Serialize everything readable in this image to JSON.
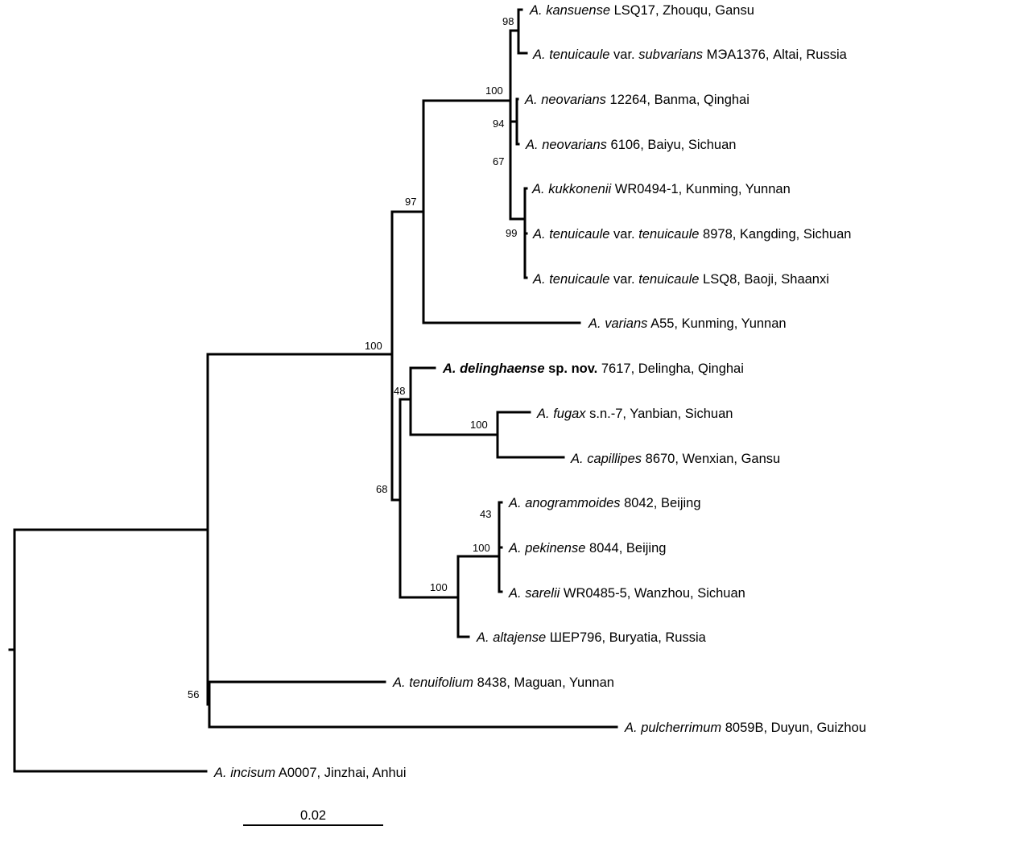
{
  "tree": {
    "scale_bar": {
      "label": "0.02"
    },
    "taxa": [
      {
        "id": "t1",
        "genus": "A.",
        "epithet": "kansuense",
        "var_word": "",
        "var_name": "",
        "bold": false,
        "rest": "LSQ17, Zhouqu, Gansu"
      },
      {
        "id": "t2",
        "genus": "A.",
        "epithet": "tenuicaule",
        "var_word": "var.",
        "var_name": "subvarians",
        "bold": false,
        "rest": "МЭА1376, Altai, Russia"
      },
      {
        "id": "t3",
        "genus": "A.",
        "epithet": "neovarians",
        "var_word": "",
        "var_name": "",
        "bold": false,
        "rest": "12264, Banma, Qinghai"
      },
      {
        "id": "t4",
        "genus": "A.",
        "epithet": "neovarians",
        "var_word": "",
        "var_name": "",
        "bold": false,
        "rest": "6106, Baiyu, Sichuan"
      },
      {
        "id": "t5",
        "genus": "A.",
        "epithet": "kukkonenii",
        "var_word": "",
        "var_name": "",
        "bold": false,
        "rest": "WR0494-1, Kunming, Yunnan"
      },
      {
        "id": "t6",
        "genus": "A.",
        "epithet": "tenuicaule",
        "var_word": "var.",
        "var_name": "tenuicaule",
        "bold": false,
        "rest": "8978, Kangding, Sichuan"
      },
      {
        "id": "t7",
        "genus": "A.",
        "epithet": "tenuicaule",
        "var_word": "var.",
        "var_name": "tenuicaule",
        "bold": false,
        "rest": "LSQ8, Baoji, Shaanxi"
      },
      {
        "id": "t8",
        "genus": "A.",
        "epithet": "varians",
        "var_word": "",
        "var_name": "",
        "bold": false,
        "rest": "A55, Kunming, Yunnan"
      },
      {
        "id": "t9",
        "genus": "A.",
        "epithet": "delinghaense",
        "var_word": "",
        "var_name": "",
        "bold": true,
        "note": "sp. nov.",
        "rest": "7617, Delingha, Qinghai"
      },
      {
        "id": "t10",
        "genus": "A.",
        "epithet": "fugax",
        "var_word": "",
        "var_name": "",
        "bold": false,
        "rest": "s.n.-7, Yanbian, Sichuan"
      },
      {
        "id": "t11",
        "genus": "A.",
        "epithet": "capillipes",
        "var_word": "",
        "var_name": "",
        "bold": false,
        "rest": "8670, Wenxian, Gansu"
      },
      {
        "id": "t12",
        "genus": "A.",
        "epithet": "anogrammoides",
        "var_word": "",
        "var_name": "",
        "bold": false,
        "rest": "8042, Beijing"
      },
      {
        "id": "t13",
        "genus": "A.",
        "epithet": "pekinense",
        "var_word": "",
        "var_name": "",
        "bold": false,
        "rest": "8044, Beijing"
      },
      {
        "id": "t14",
        "genus": "A.",
        "epithet": "sarelii",
        "var_word": "",
        "var_name": "",
        "bold": false,
        "rest": "WR0485-5, Wanzhou, Sichuan"
      },
      {
        "id": "t15",
        "genus": "A.",
        "epithet": "altajense",
        "var_word": "",
        "var_name": "",
        "bold": false,
        "rest": "ШЕР796, Buryatia, Russia"
      },
      {
        "id": "t16",
        "genus": "A.",
        "epithet": "tenuifolium",
        "var_word": "",
        "var_name": "",
        "bold": false,
        "rest": "8438, Maguan, Yunnan"
      },
      {
        "id": "t17",
        "genus": "A.",
        "epithet": "pulcherrimum",
        "var_word": "",
        "var_name": "",
        "bold": false,
        "rest": "8059B, Duyun, Guizhou"
      },
      {
        "id": "t18",
        "genus": "A.",
        "epithet": "incisum",
        "var_word": "",
        "var_name": "",
        "bold": false,
        "rest": "A0007, Jinzhai, Anhui"
      }
    ],
    "support_values": {
      "kansuense_subvarians": "98",
      "upper_clade": "100",
      "neovarians": "94",
      "neovarians_kukkonenii": "67",
      "kukkonenii_tenuicaule": "99",
      "clade_with_varians": "97",
      "ingroup_core": "100",
      "delinghaense_fugax": "48",
      "fugax_capillipes": "100",
      "lower_clade": "68",
      "anogrammoides_pekinense": "43",
      "anogrammoides_sarelii": "100",
      "with_altajense": "100",
      "tenuifolium_pulcherrimum": "56"
    }
  }
}
